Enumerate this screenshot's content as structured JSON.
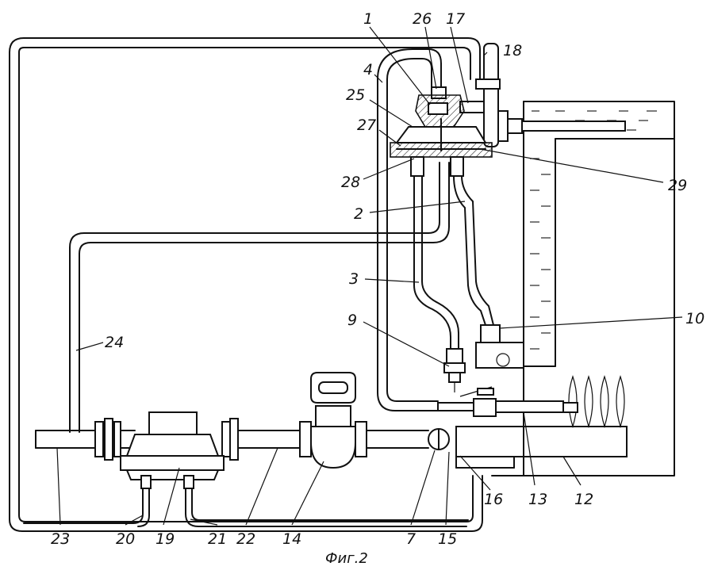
{
  "labels": {
    "l1": "1",
    "l2": "2",
    "l3": "3",
    "l4": "4",
    "l7": "7",
    "l9": "9",
    "l10": "10",
    "l12": "12",
    "l13": "13",
    "l14": "14",
    "l15": "15",
    "l16": "16",
    "l17": "17",
    "l18": "18",
    "l19": "19",
    "l20": "20",
    "l21": "21",
    "l22": "22",
    "l23": "23",
    "l24": "24",
    "l25": "25",
    "l26": "26",
    "l27": "27",
    "l28": "28",
    "l29": "29"
  },
  "caption": "Фиг.2"
}
